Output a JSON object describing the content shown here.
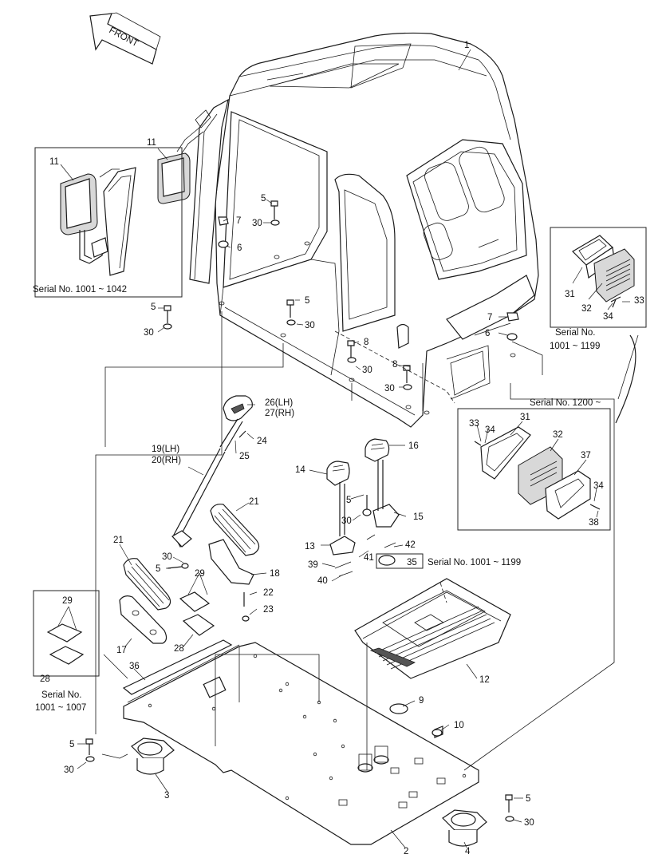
{
  "front_arrow": {
    "label": "FRONT"
  },
  "callouts": {
    "cab": "1",
    "floor_plate": "2",
    "mount_left": "3",
    "mount_right": "4",
    "bolt_5a": "5",
    "bolt_5b": "5",
    "bolt_5c": "5",
    "bolt_5d": "5",
    "bolt_5e": "5",
    "bolt_5f": "5",
    "washer_6a": "6",
    "washer_6b": "6",
    "nut_7a": "7",
    "nut_7b": "7",
    "bolt_8a": "8",
    "bolt_8b": "8",
    "grommet_9": "9",
    "cap_10": "10",
    "mirror_11": "11",
    "mirror_11b": "11",
    "mat_12": "12",
    "bracket_13": "13",
    "pedal_14": "14",
    "bracket_15": "15",
    "pedal_16": "16",
    "plate_17": "17",
    "bracket_18": "18",
    "lever_19_20": "19(LH)",
    "lever_19_20b": "20(RH)",
    "pad_21a": "21",
    "pad_21b": "21",
    "bolt_22": "22",
    "washer_23": "23",
    "bolt_24": "24",
    "washer_25": "25",
    "grip_26_27": "26(LH)",
    "grip_26_27b": "27(RH)",
    "plate_28": "28",
    "plate_28b": "28",
    "gasket_29": "29",
    "gasket_29b": "29",
    "w30a": "30",
    "w30b": "30",
    "w30c": "30",
    "w30d": "30",
    "w30e": "30",
    "w30f": "30",
    "w30g": "30",
    "w30h": "30",
    "w30i": "30",
    "frame_31a": "31",
    "frame_31b": "31",
    "vent_32a": "32",
    "vent_32b": "32",
    "screw_33a": "33",
    "screw_33b": "33",
    "washer_34a": "34",
    "washer_34b": "34",
    "washer_34c": "34",
    "plug_35": "35",
    "strip_36": "36",
    "cover_37": "37",
    "bolt_38": "38",
    "pin_39": "39",
    "pin_40": "40",
    "link_41": "41",
    "link_42": "42"
  },
  "serial_notes": {
    "mirror_box": "Serial No. 1001 ~ 1042",
    "vent_box_line1": "Serial No.",
    "vent_box_line2": "1001 ~ 1199",
    "vent_box_new": "Serial No. 1200 ~",
    "plug_box": "Serial No. 1001 ~ 1199",
    "gasket_box_line1": "Serial No.",
    "gasket_box_line2": "1001 ~ 1007"
  }
}
